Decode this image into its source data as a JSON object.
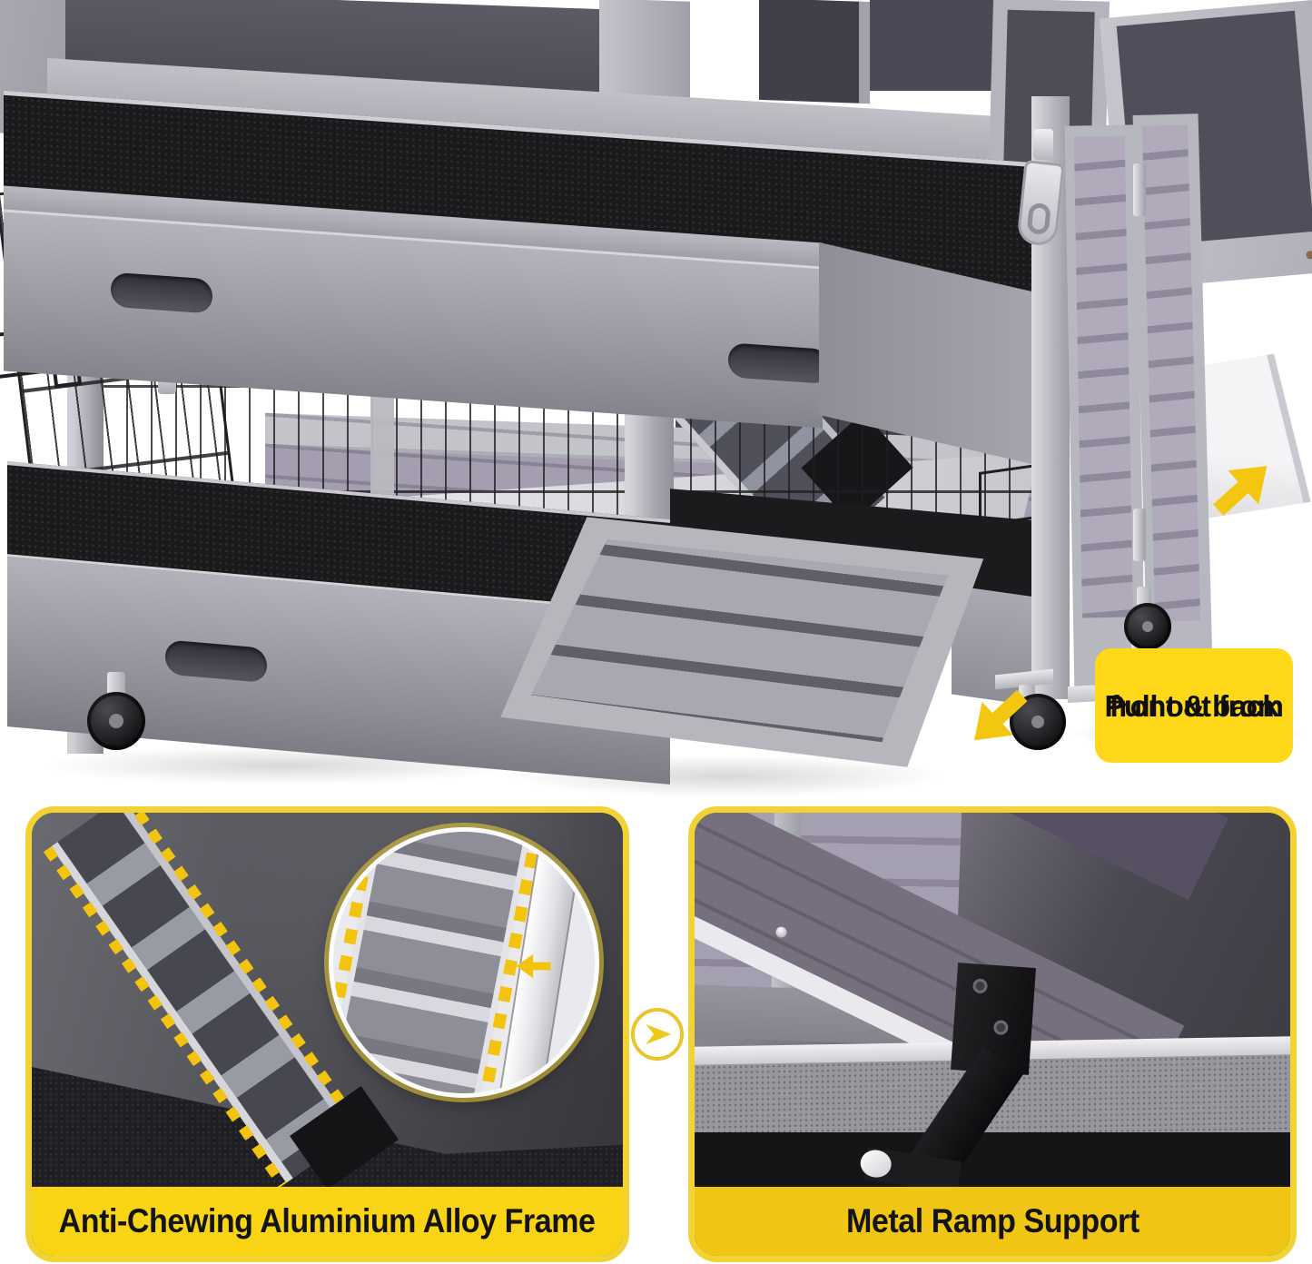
{
  "photo": {
    "pull_label": {
      "line1": "Pull out from",
      "line2": "front & back"
    },
    "arrow_back_icon": "up-right-arrow",
    "arrow_front_icon": "down-left-arrow"
  },
  "callouts": {
    "left": {
      "caption": "Anti-Chewing Aluminium Alloy Frame",
      "magnifier_arrow_icon": "left-arrow"
    },
    "right": {
      "caption": "Metal Ramp Support"
    },
    "divider_icon": "play-arrow"
  },
  "colors": {
    "label_yellow": "#FFD81A",
    "caption_yellow_left": "#F9D414",
    "caption_yellow_right": "#F0C513",
    "panel_border_yellow": "#F2D334",
    "arrow_yellow": "#F3C70F",
    "highlight_dash_yellow": "#F2C40E"
  }
}
